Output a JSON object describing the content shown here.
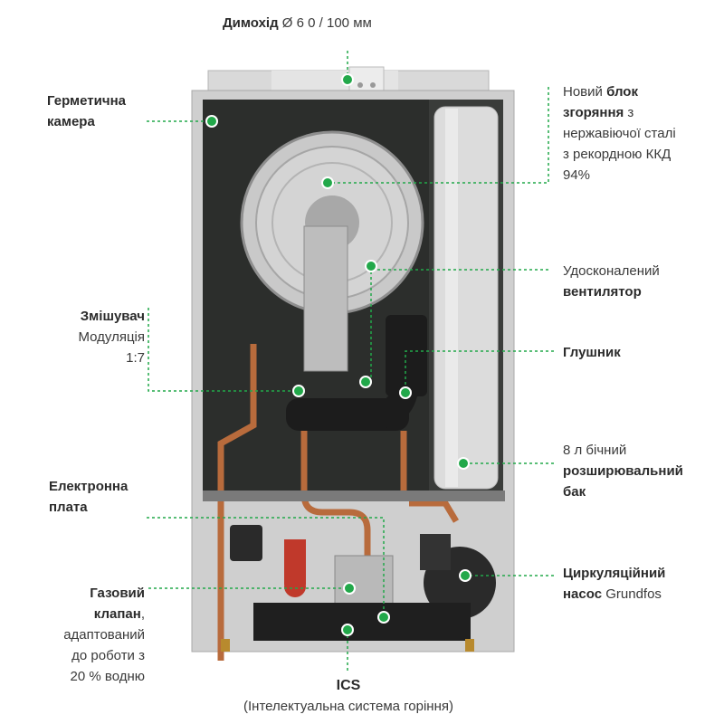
{
  "accent_color": "#22a84a",
  "labels": {
    "flue": {
      "bold": "Димохід",
      "text": " Ø 6 0 / 100 мм"
    },
    "sealed_chamber": {
      "line1": "Герметична",
      "line2": "камера"
    },
    "burner": {
      "l1_pre": "Новий ",
      "l1_bold": "блок",
      "l2_bold": "згоряння",
      "l2_post": " з",
      "l3": "нержавіючої сталі",
      "l4": "з рекордною ККД",
      "l5": "94%"
    },
    "fan": {
      "line1": "Удосконалений",
      "line2_bold": "вентилятор"
    },
    "silencer": {
      "bold": "Глушник"
    },
    "mixer": {
      "bold": "Змішувач",
      "line2": "Модуляція",
      "line3": "1:7"
    },
    "tank": {
      "line1": "8 л бічний",
      "line2_bold": "розширювальний",
      "line3_bold": "бак"
    },
    "board": {
      "line1": "Електронна",
      "line2": "плата"
    },
    "pump": {
      "line1_bold": "Циркуляційний",
      "line2_bold": "насос",
      "line2_post": " Grundfos"
    },
    "gas_valve": {
      "l1_bold": "Газовий",
      "l2_bold": "клапан",
      "l2_post": ",",
      "l3": "адаптований",
      "l4": "до роботи з",
      "l5": "20 % водню"
    },
    "ics": {
      "line1": "ICS",
      "line2": "(Інтелектуальна система горіння)"
    }
  }
}
